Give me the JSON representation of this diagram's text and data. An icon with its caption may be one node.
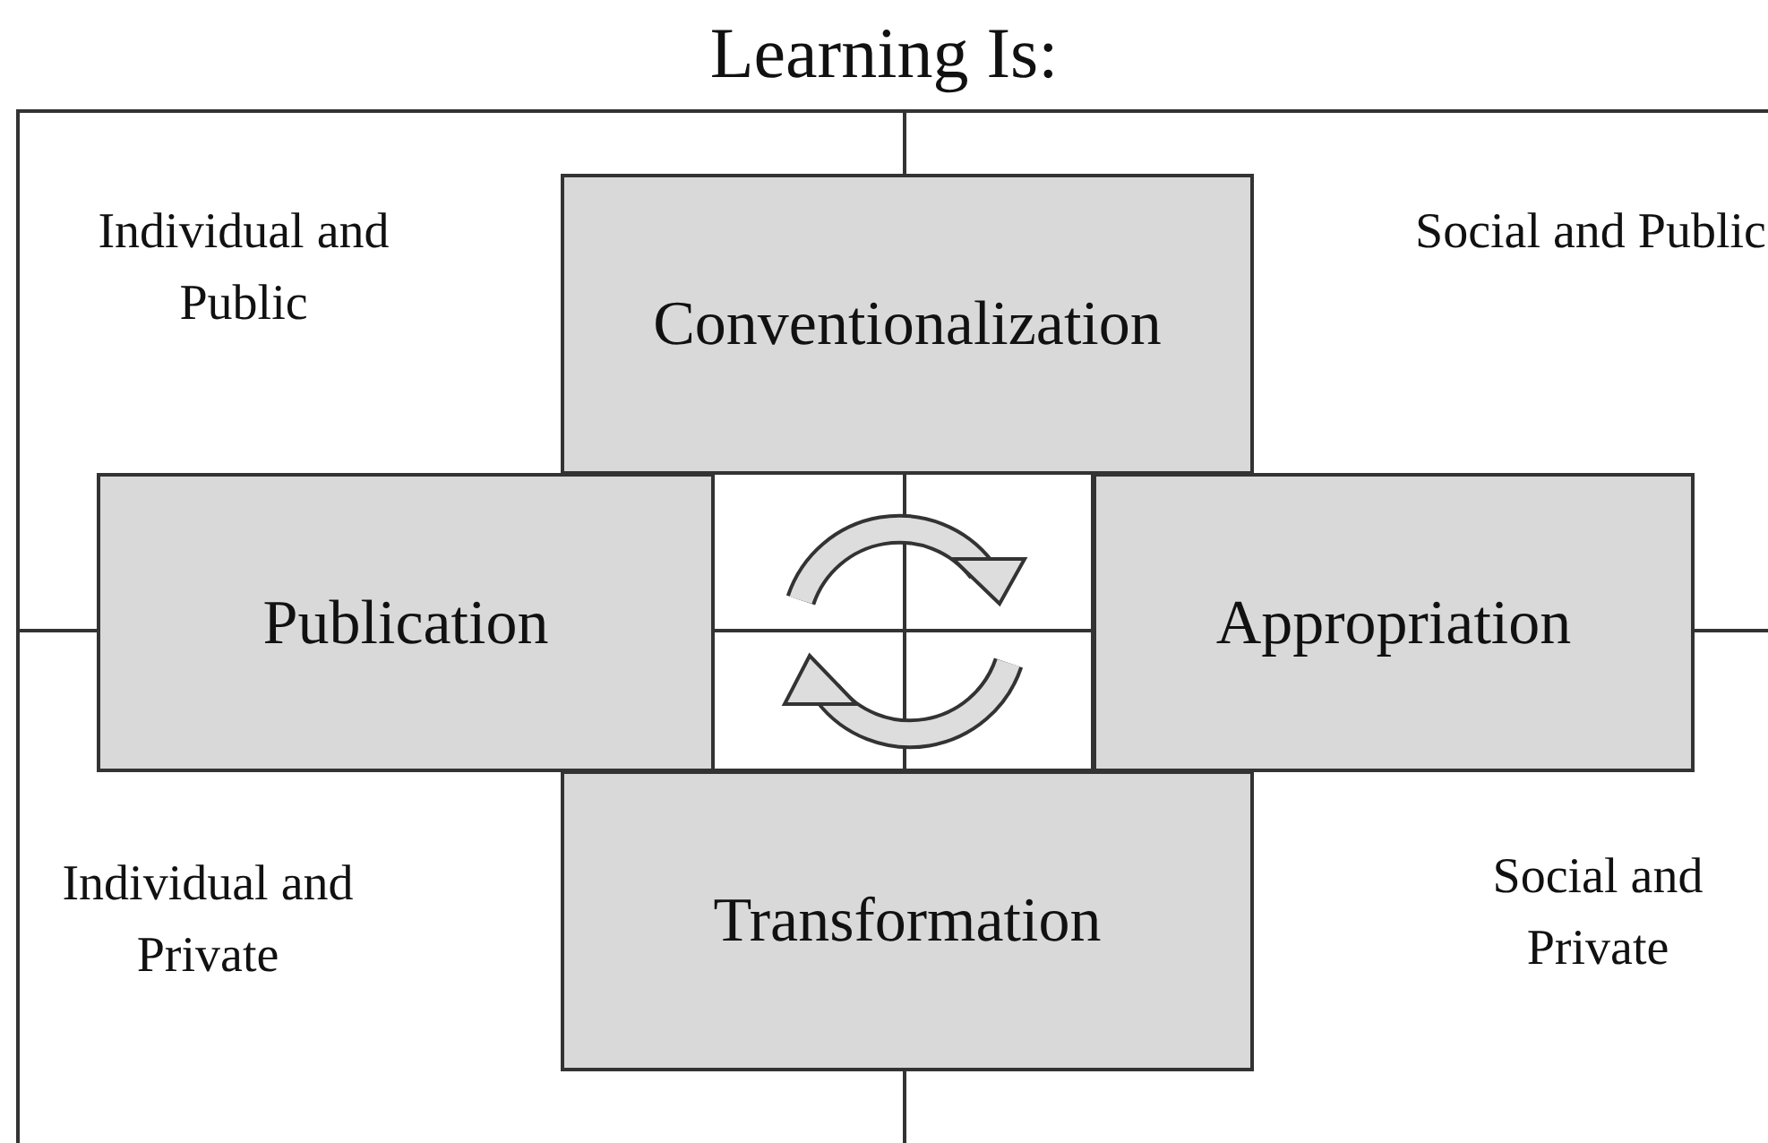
{
  "diagram": {
    "title": "Learning Is:",
    "nodes": [
      {
        "text": [
          "Conventionalization"
        ]
      },
      {
        "text": [
          "Publication"
        ]
      },
      {
        "text": [
          "Appropriation"
        ]
      },
      {
        "text": [
          "Transformation"
        ]
      }
    ],
    "labels": [
      "Individual and Public",
      "Social and Public",
      "Individual and Private",
      "Social and Private"
    ]
  }
}
